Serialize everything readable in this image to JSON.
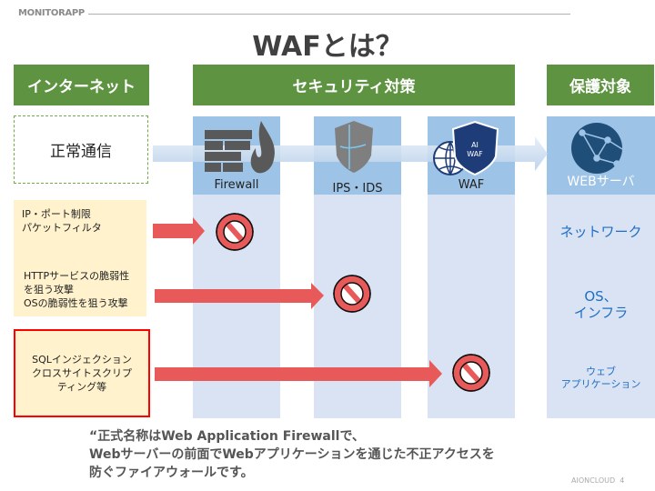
{
  "header": {
    "logo": "MONITORAPP",
    "title": "WAFとは？"
  },
  "columns": {
    "internet": "インターネット",
    "security": "セキュリティ対策",
    "protected": "保護対象"
  },
  "internet": {
    "normal": "正常通信",
    "attack1": [
      "IP・ポート制限",
      "パケットフィルタ"
    ],
    "attack2": [
      "HTTPサービスの脆弱性",
      "を狙う攻撃",
      "OSの脆弱性を狙う攻撃"
    ],
    "attack3": [
      "SQLインジェクション",
      "クロスサイトスクリプ",
      "ティング等"
    ]
  },
  "security": {
    "firewall": "Firewall",
    "ips": "IPS・IDS",
    "waf": "WAF",
    "waf_badge": [
      "AI",
      "WAF"
    ]
  },
  "protected": {
    "server": "WEBサーバ",
    "network": "ネットワーク",
    "os": [
      "OS、",
      "インフラ"
    ],
    "app": [
      "ウェブ",
      "アプリケーション"
    ]
  },
  "footer": {
    "lines": [
      "“正式名称はWeb Application Firewallで、",
      "Webサーバーの前面でWebアプリケーションを通じた不正アクセスを",
      "防ぐファイアウォールです。"
    ],
    "brand": "AIONCLOUD",
    "page": "4"
  },
  "colors": {
    "green": "#5e9441",
    "red": "#e85a5a",
    "blue": "#1f6fc4"
  }
}
